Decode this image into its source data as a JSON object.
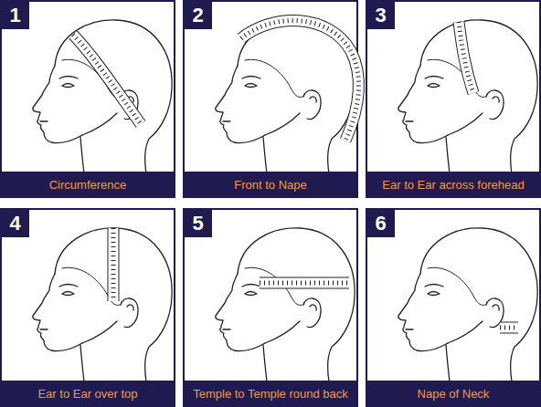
{
  "diagram": {
    "nodes": [
      {
        "text": [
          "1"
        ]
      },
      {
        "text": [
          "Circumference"
        ]
      },
      {
        "text": [
          "2"
        ]
      },
      {
        "text": [
          "Front to Nape"
        ]
      },
      {
        "text": [
          "3"
        ]
      },
      {
        "text": [
          "Ear to Ear across forehead"
        ]
      },
      {
        "text": [
          "4"
        ]
      },
      {
        "text": [
          "Ear to Ear over top"
        ]
      },
      {
        "text": [
          "5"
        ]
      },
      {
        "text": [
          "Temple to Temple round back"
        ]
      },
      {
        "text": [
          "6"
        ]
      },
      {
        "text": [
          "Nape of Neck"
        ]
      }
    ]
  }
}
